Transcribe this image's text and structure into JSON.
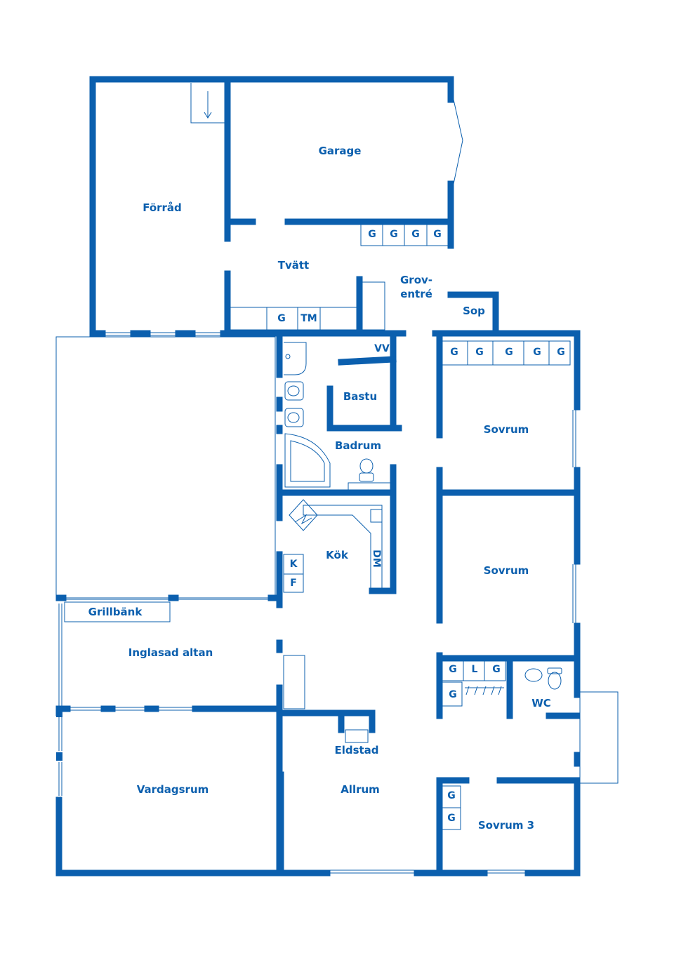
{
  "colors": {
    "wall": "#0b5fae",
    "fixture": "#0b5fae",
    "background": "#ffffff"
  },
  "rooms": {
    "garage": "Garage",
    "forrad": "Förråd",
    "tvatt": "Tvätt",
    "grov_line1": "Grov-",
    "grov_line2": "entré",
    "sop": "Sop",
    "bastu": "Bastu",
    "badrum": "Badrum",
    "sovrum_1": "Sovrum",
    "sovrum_2": "Sovrum",
    "kok": "Kök",
    "grillbank": "Grillbänk",
    "inglasad_altan": "Inglasad altan",
    "wc": "WC",
    "eldstad": "Eldstad",
    "vardagsrum": "Vardagsrum",
    "allrum": "Allrum",
    "sovrum_3": "Sovrum 3"
  },
  "tags": {
    "garderob": "G",
    "torkskap": "TM",
    "varmvatten": "VV",
    "diskmaskin": "DM",
    "kyl": "K",
    "frys": "F",
    "linne": "L"
  }
}
